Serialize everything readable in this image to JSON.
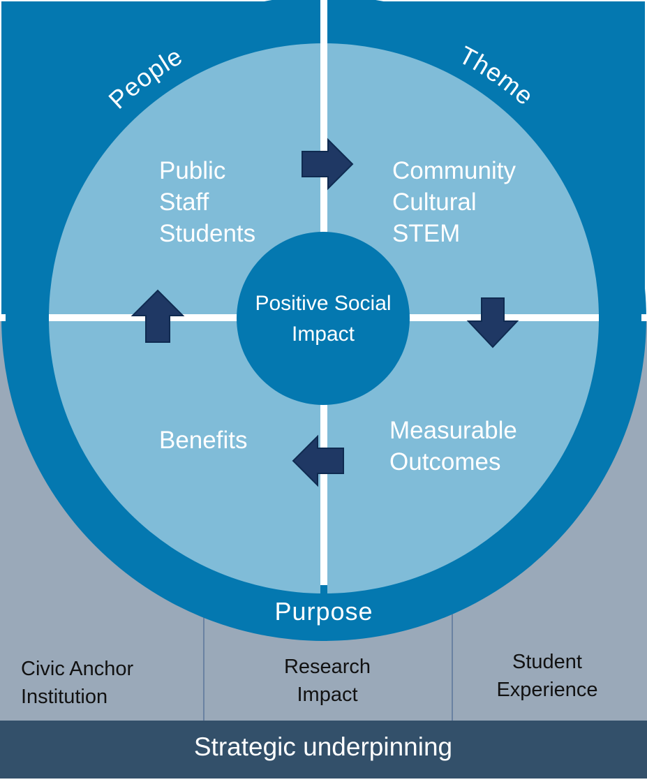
{
  "ring": {
    "top_left": "People",
    "top_right": "Theme",
    "bottom": "Purpose"
  },
  "quadrants": {
    "people": [
      "Public",
      "Staff",
      "Students"
    ],
    "theme": [
      "Community",
      "Cultural",
      "STEM"
    ],
    "outcomes": [
      "Measurable",
      "Outcomes"
    ],
    "benefits": [
      "Benefits"
    ]
  },
  "center": [
    "Positive Social",
    "Impact"
  ],
  "pillars": [
    [
      "Civic Anchor",
      "Institution"
    ],
    [
      "Research",
      "Impact"
    ],
    [
      "Student",
      "Experience"
    ]
  ],
  "footer": "Strategic underpinning",
  "colors": {
    "ring": "#0478b0",
    "inner": "#80bcd8",
    "arrow": "#1f3864",
    "pillar_bg": "#9aa9b9",
    "footer_bg": "#33506a",
    "divider": "#ffffff"
  }
}
